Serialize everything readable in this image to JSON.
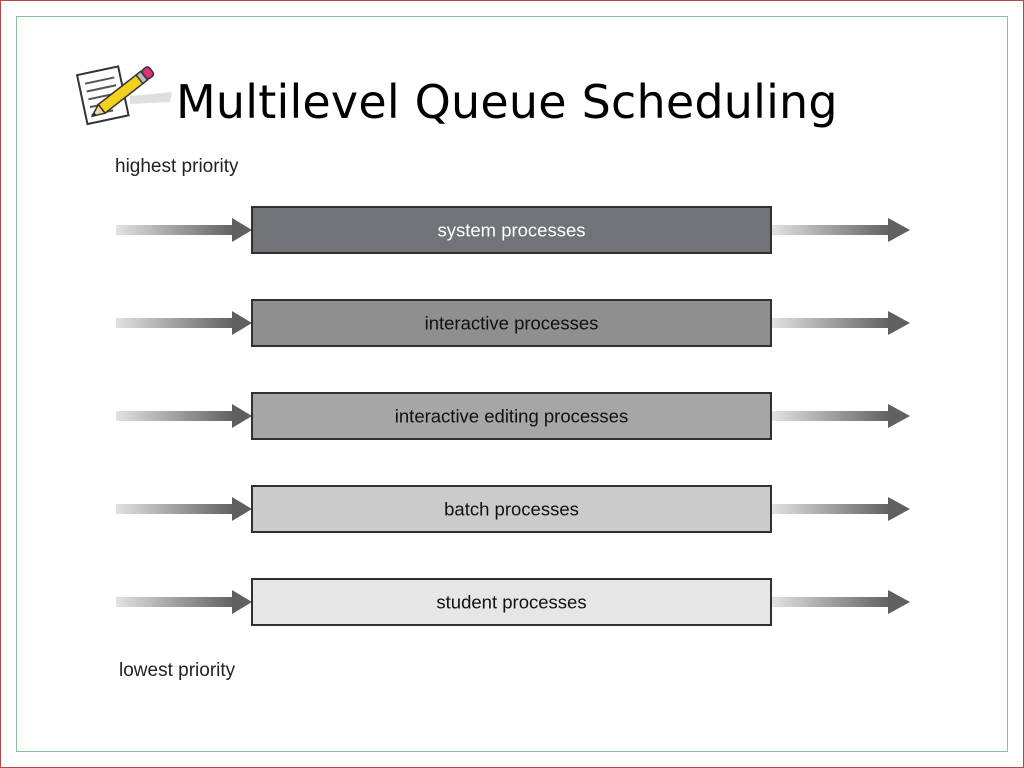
{
  "slide": {
    "title": "Multilevel Queue Scheduling",
    "icon": "notepad-pencil-icon"
  },
  "diagram": {
    "top_label": "highest priority",
    "bottom_label": "lowest priority",
    "queues": [
      {
        "label": "system processes",
        "fill": "#717379",
        "text_color": "#ffffff"
      },
      {
        "label": "interactive processes",
        "fill": "#8f8f8f",
        "text_color": "#111111"
      },
      {
        "label": "interactive editing processes",
        "fill": "#a6a6a6",
        "text_color": "#111111"
      },
      {
        "label": "batch processes",
        "fill": "#cbcbcb",
        "text_color": "#111111"
      },
      {
        "label": "student processes",
        "fill": "#e6e6e6",
        "text_color": "#111111"
      }
    ],
    "colors": {
      "arrow_dark": "#606060",
      "arrow_light": "#e2e2e2",
      "box_border": "#303030"
    }
  }
}
